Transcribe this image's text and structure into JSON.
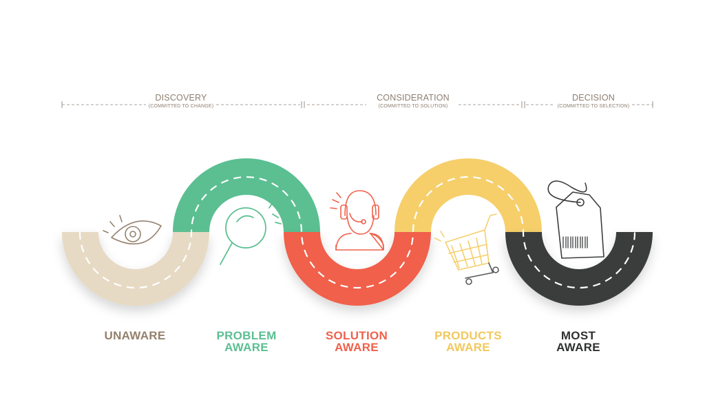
{
  "colors": {
    "unaware": "#e7dac4",
    "problem": "#5bbf91",
    "solution": "#f0604b",
    "products": "#f6cf6b",
    "most": "#3b3d3e",
    "phase_text": "#8c7d70",
    "dash_line": "#a9a29b",
    "unaware_label": "#94806c",
    "products_label": "#f2c85c",
    "most_label": "#2f3131"
  },
  "phases": [
    {
      "title": "DISCOVERY",
      "subtitle": "(COMMITTED TO CHANGE)"
    },
    {
      "title": "CONSIDERATION",
      "subtitle": "(COMMITTED TO SOLUTION)"
    },
    {
      "title": "DECISION",
      "subtitle": "(COMMITTED TO SELECTION)"
    }
  ],
  "stages": [
    {
      "line1": "UNAWARE",
      "line2": "",
      "icon": "eye-icon"
    },
    {
      "line1": "PROBLEM",
      "line2": "AWARE",
      "icon": "magnifier-icon"
    },
    {
      "line1": "SOLUTION",
      "line2": "AWARE",
      "icon": "support-agent-icon"
    },
    {
      "line1": "PRODUCTS",
      "line2": "AWARE",
      "icon": "shopping-cart-icon"
    },
    {
      "line1": "MOST",
      "line2": "AWARE",
      "icon": "price-tag-icon"
    }
  ]
}
